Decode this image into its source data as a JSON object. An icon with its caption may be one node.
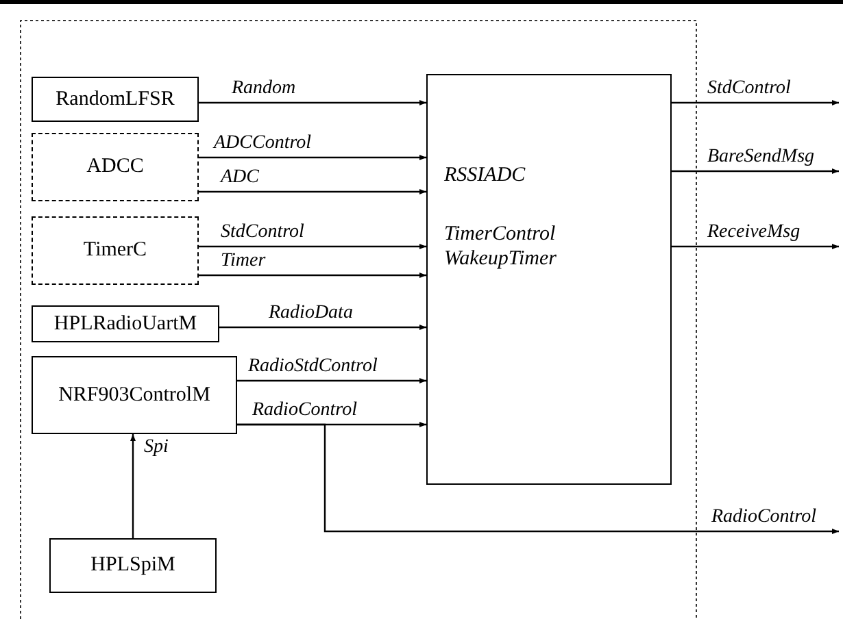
{
  "diagram": {
    "nodes": [
      {
        "text": [
          "RandomLFSR"
        ]
      },
      {
        "text": [
          "ADCC"
        ]
      },
      {
        "text": [
          "TimerC"
        ]
      },
      {
        "text": [
          "HPLRadioUartM"
        ]
      },
      {
        "text": [
          "NRF903ControlM"
        ]
      },
      {
        "text": [
          "HPLSpiM"
        ]
      },
      {
        "text": [
          "RSSIADC",
          "TimerControl",
          "WakeupTimer"
        ]
      }
    ],
    "edges": [
      {
        "from": 0,
        "to": 6,
        "arrow": "to",
        "label": "Random"
      },
      {
        "from": 1,
        "to": 6,
        "arrow": "to",
        "label": "ADCControl"
      },
      {
        "from": 1,
        "to": 6,
        "arrow": "to",
        "label": "ADC"
      },
      {
        "from": 2,
        "to": 6,
        "arrow": "to",
        "label": "StdControl"
      },
      {
        "from": 2,
        "to": 6,
        "arrow": "to",
        "label": "Timer"
      },
      {
        "from": 3,
        "to": 6,
        "arrow": "to",
        "label": "RadioData"
      },
      {
        "from": 4,
        "to": 6,
        "arrow": "to",
        "label": "RadioStdControl"
      },
      {
        "from": 4,
        "to": 6,
        "arrow": "to",
        "label": "RadioControl"
      },
      {
        "from": 5,
        "to": 4,
        "arrow": "to",
        "label": "Spi"
      },
      {
        "from": 6,
        "to": null,
        "arrow": "to",
        "label": "StdControl"
      },
      {
        "from": 6,
        "to": null,
        "arrow": "to",
        "label": "BareSendMsg"
      },
      {
        "from": 6,
        "to": null,
        "arrow": "to",
        "label": "ReceiveMsg"
      },
      {
        "from": 4,
        "to": null,
        "arrow": "to",
        "label": "RadioControl"
      }
    ]
  }
}
